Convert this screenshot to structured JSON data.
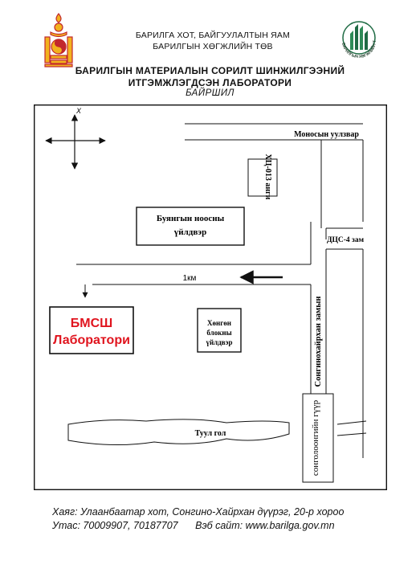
{
  "header": {
    "ministry_line1": "БАРИЛГА ХОТ, БАЙГУУЛАЛТЫН ЯАМ",
    "ministry_line2": "БАРИЛГЫН ХӨГЖЛИЙН ТӨВ",
    "logo_ring_text": "БАРИЛГЫН ХӨГЖЛИЙН ТӨВ"
  },
  "title": {
    "line1": "БАРИЛГЫН МАТЕРИАЛЫН СОРИЛТ ШИНЖИЛГЭЭНИЙ",
    "line2": "ИТГЭМЖЛЭГДСЭН ЛАБОРАТОРИ",
    "subtitle": "БАЙРШИЛ"
  },
  "map": {
    "compass_label": "X",
    "labels": {
      "monos": "Моносын уулзвар",
      "khts": "ХЦ-013 анги",
      "buyan": "Буянгын ноосны үйлдвэр",
      "dts": "ДЦС-4 зам",
      "distance": "1км",
      "lab_line1": "БМСШ",
      "lab_line2": "Лаборатори",
      "khongon": "Хөнгөн блокны үйлдвэр",
      "songino_road": "Сонгинохайрхан замын",
      "tuul": "Туул гол",
      "bridge": "сонголоонгийн гүүр"
    },
    "colors": {
      "lab": "#e0141e",
      "line": "#111111"
    }
  },
  "footer": {
    "address_label": "Хаяг:",
    "address": "Улаанбаатар хот, Сонгино-Хайрхан дүүрэг, 20-р хороо",
    "phone_label": "Утас:",
    "phone1": "70009907,",
    "phone2": "70187707",
    "web_label": "Вэб сайт:",
    "web": "www.barilga.gov.mn"
  }
}
